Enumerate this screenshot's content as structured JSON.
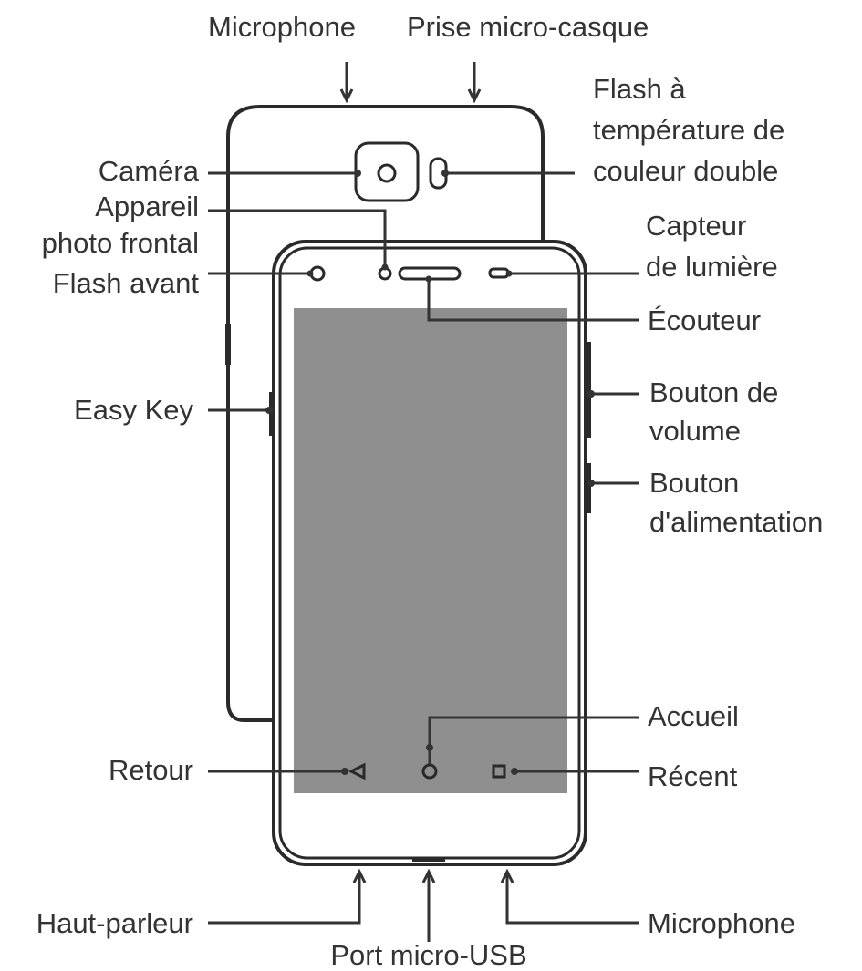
{
  "labels": {
    "top": {
      "microphone": "Microphone",
      "headset_jack": "Prise micro-casque"
    },
    "left": {
      "camera": "Caméra",
      "front_camera": [
        "Appareil",
        "photo frontal"
      ],
      "front_flash": "Flash avant",
      "easy_key": "Easy Key",
      "back": "Retour"
    },
    "right": {
      "dual_flash": [
        "Flash à",
        "température de",
        "couleur double"
      ],
      "light_sensor": [
        "Capteur",
        "de lumière"
      ],
      "earpiece": "Écouteur",
      "volume_button": [
        "Bouton de",
        "volume"
      ],
      "power_button": [
        "Bouton",
        "d'alimentation"
      ],
      "home": "Accueil",
      "recent": "Récent"
    },
    "bottom": {
      "speaker": "Haut-parleur",
      "usb_port": "Port micro-USB",
      "microphone": "Microphone"
    }
  },
  "colors": {
    "ink": "#333333",
    "screen": "#8f8f8f"
  }
}
